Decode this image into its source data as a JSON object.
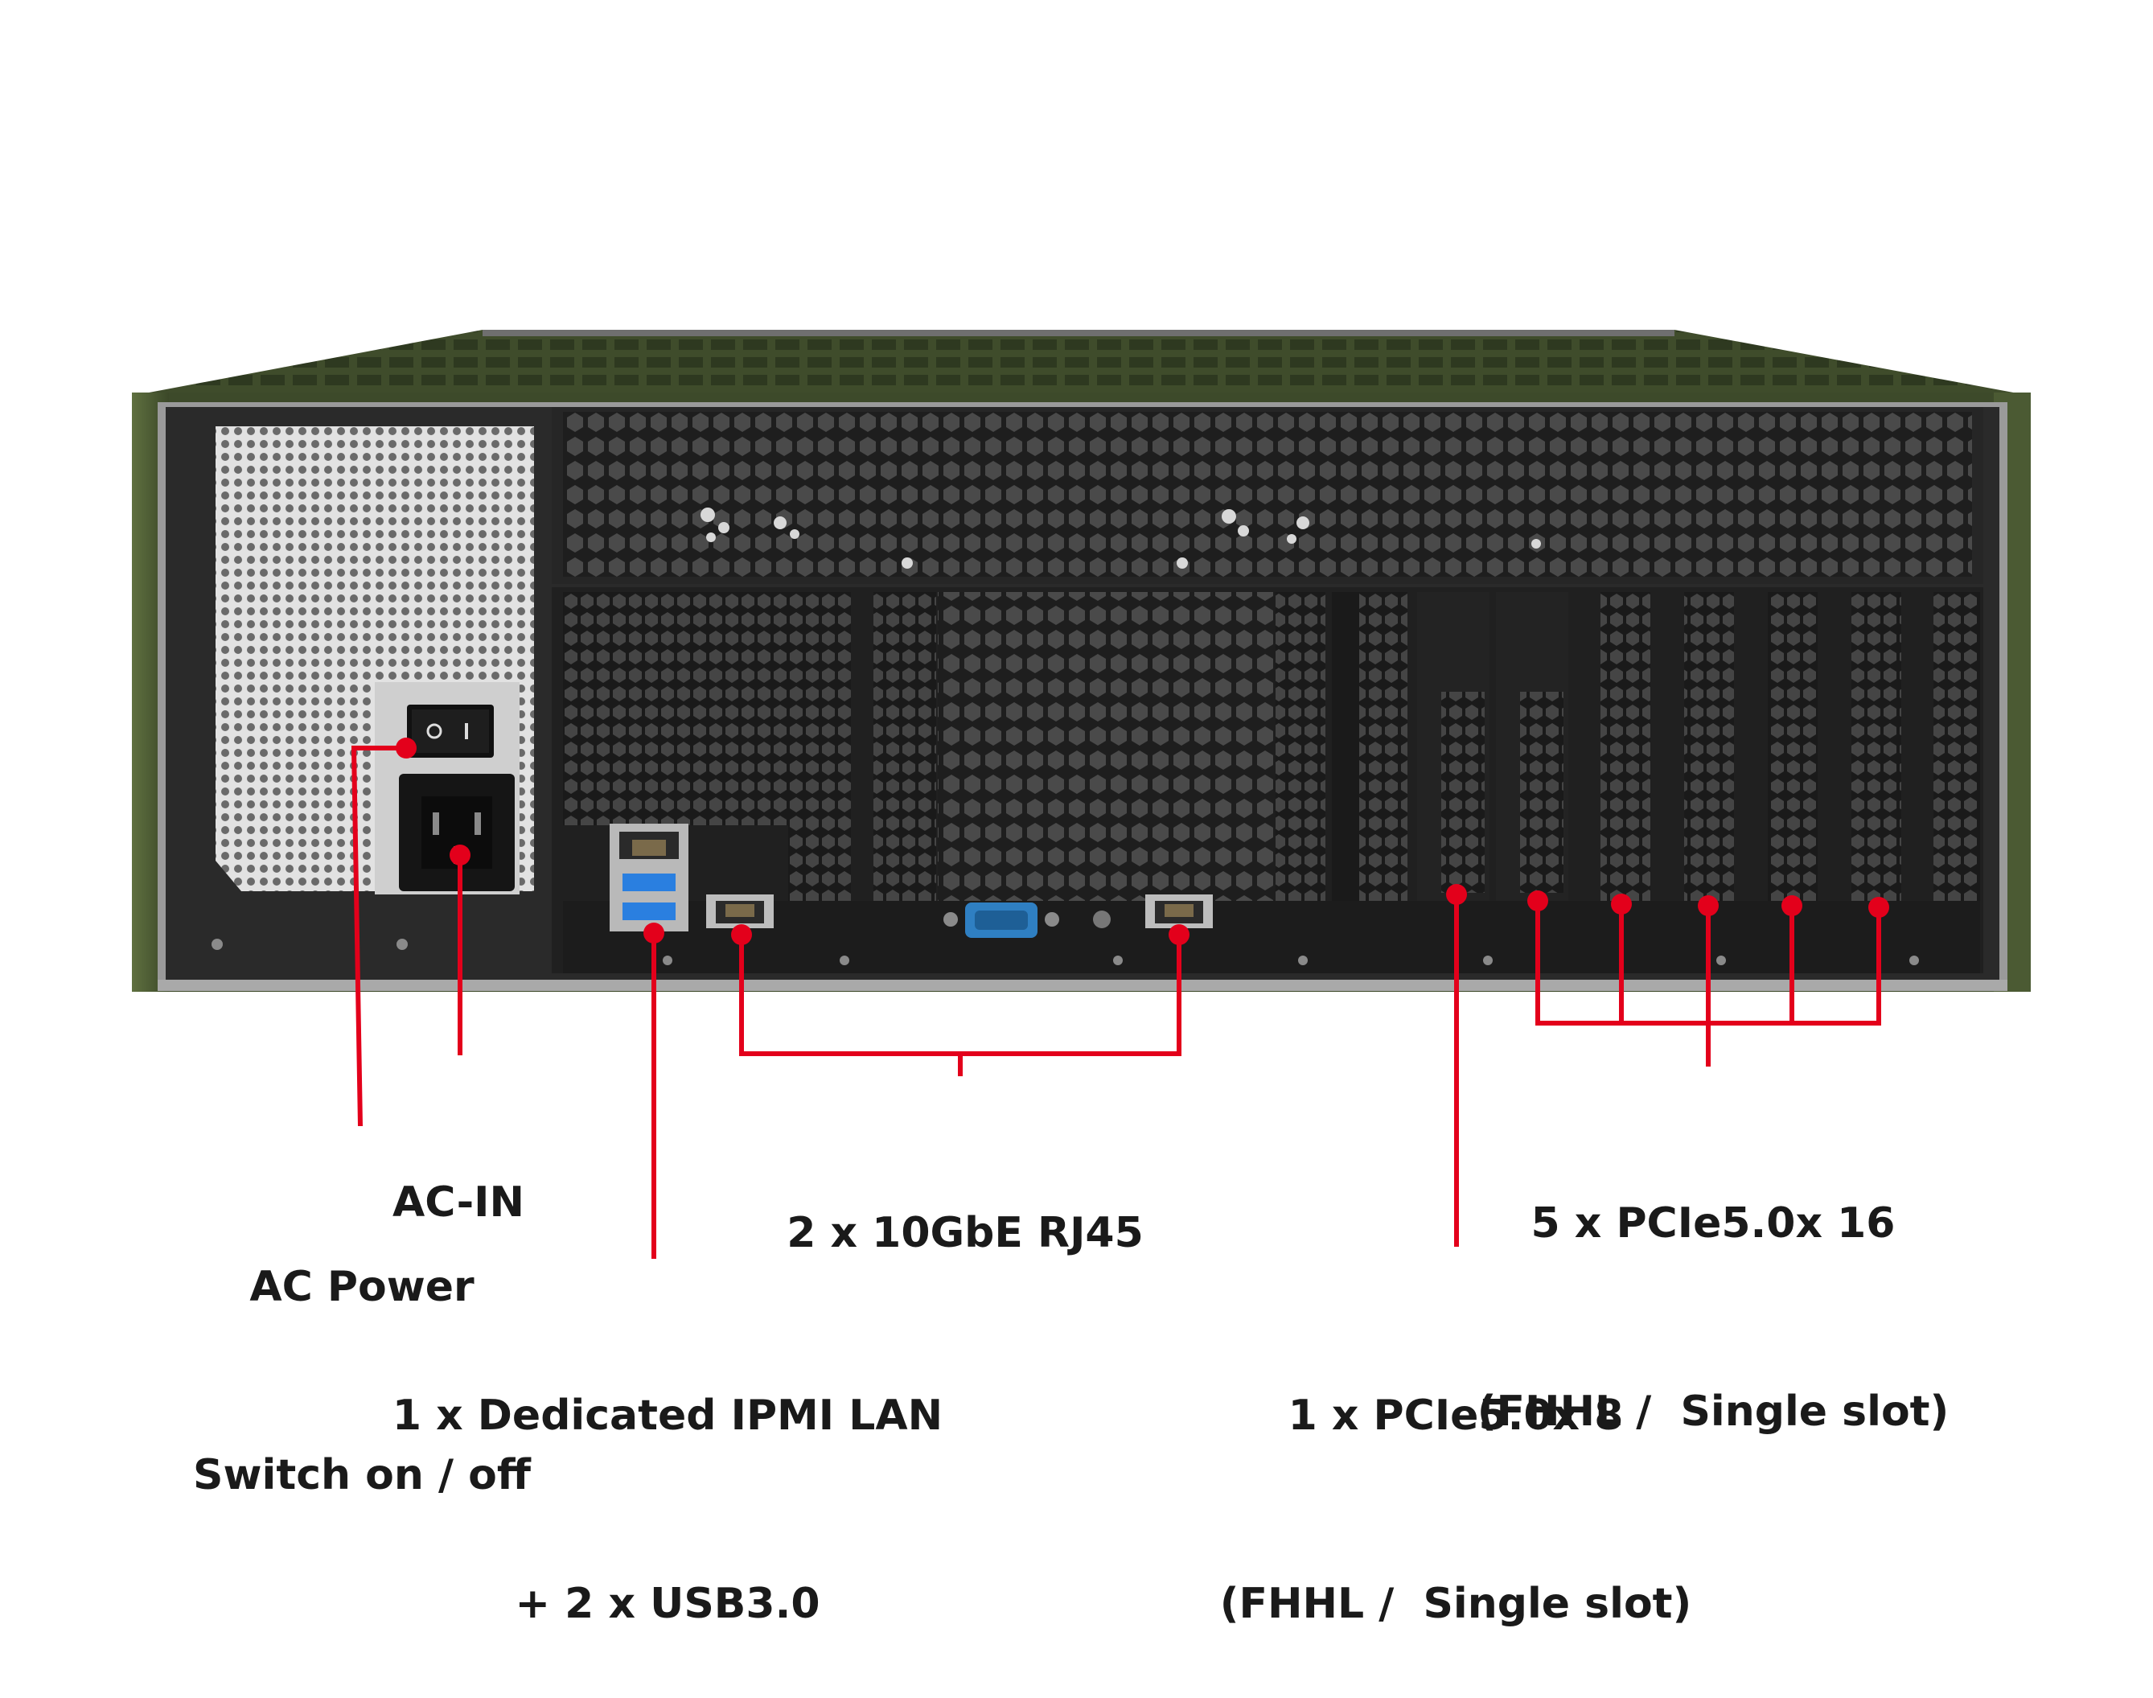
{
  "colors": {
    "chassis_green": "#3d4a2a",
    "chassis_edge": "#56663a",
    "panel_dark": "#2b2b2b",
    "panel_black": "#1c1c1c",
    "psu_light": "#d2d2d2",
    "callout_red": "#e3001b",
    "vga_blue": "#2f7fc2",
    "usb_blue": "#2a7fe0",
    "text": "#1a1a1a"
  },
  "callouts": {
    "ac_in": "AC-IN",
    "ac_power_line1": "AC Power",
    "ac_power_line2": "Switch on / off",
    "ipmi_line1": "1 x Dedicated IPMI LAN",
    "ipmi_line2": "+ 2 x USB3.0",
    "rj45": "2 x 10GbE RJ45",
    "pcie16_line1": "5 x PCIe5.0x 16",
    "pcie16_line2": "(FHHL /  Single slot)",
    "pcie8_line1": "1 x PCIe5.0x 8",
    "pcie8_line2": "(FHHL /  Single slot)"
  },
  "icons": {
    "power_switch": "rocker-switch-icon",
    "ac_inlet": "iec-inlet-icon",
    "vga": "vga-port-icon",
    "rj45": "rj45-port-icon",
    "usb": "usb-port-icon"
  }
}
